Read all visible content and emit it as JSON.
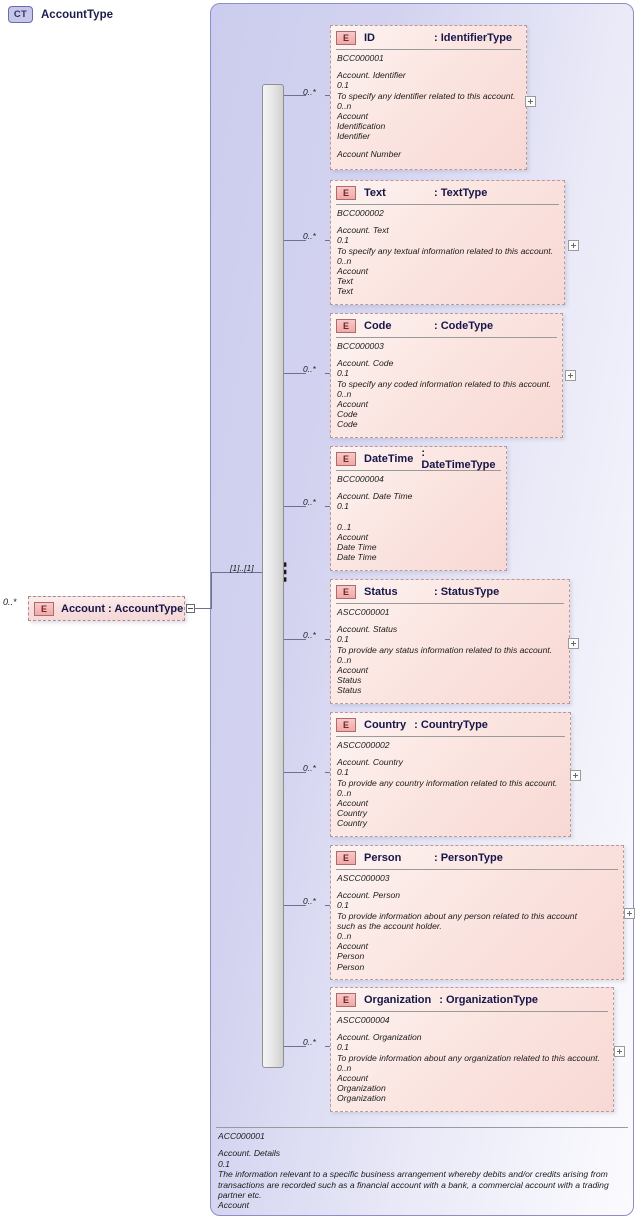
{
  "diagram": {
    "kind": "xsd-schema-diagram",
    "complex_type": {
      "badge": "CT",
      "title": "AccountType",
      "occurrence": "[1]..[1]",
      "annotation": {
        "id": "ACC000001",
        "lines": [
          "Account. Details",
          "0.1",
          "The information relevant to a specific business arrangement whereby debits and/or credits arising from transactions are recorded such as a financial account with a bank, a commercial account with a trading partner etc.",
          "Account"
        ]
      }
    },
    "root_element": {
      "badge": "E",
      "label": "Account : AccountType",
      "occurrence": "0..*"
    },
    "compositor": "sequence-icon",
    "elements": [
      {
        "badge": "E",
        "name": "ID",
        "type": ": IdentifierType",
        "id": "BCC000001",
        "occurrence": "0..*",
        "lines": [
          "Account. Identifier",
          "0.1",
          "To specify any identifier related to this account.",
          "0..n",
          "Account",
          "Identification",
          "Identifier"
        ],
        "extra": "Account Number",
        "expand": "+"
      },
      {
        "badge": "E",
        "name": "Text",
        "type": ": TextType",
        "id": "BCC000002",
        "occurrence": "0..*",
        "lines": [
          "Account. Text",
          "0.1",
          "To specify any textual information related to this account.",
          "0..n",
          "Account",
          "Text",
          "Text"
        ],
        "extra": "",
        "expand": "+"
      },
      {
        "badge": "E",
        "name": "Code",
        "type": ": CodeType",
        "id": "BCC000003",
        "occurrence": "0..*",
        "lines": [
          "Account. Code",
          "0.1",
          "To specify any coded information related to this account.",
          "0..n",
          "Account",
          "Code",
          "Code"
        ],
        "extra": "",
        "expand": "+"
      },
      {
        "badge": "E",
        "name": "DateTime",
        "type": ": DateTimeType",
        "id": "BCC000004",
        "occurrence": "0..*",
        "lines": [
          "Account. Date Time",
          "0.1",
          "",
          "0..1",
          "Account",
          "Date Time",
          "Date Time"
        ],
        "extra": "",
        "expand": ""
      },
      {
        "badge": "E",
        "name": "Status",
        "type": ": StatusType",
        "id": "ASCC000001",
        "occurrence": "0..*",
        "lines": [
          "Account. Status",
          "0.1",
          "To provide any status information related to this account.",
          "0..n",
          "Account",
          "Status",
          "Status"
        ],
        "extra": "",
        "expand": "+"
      },
      {
        "badge": "E",
        "name": "Country",
        "type": ": CountryType",
        "id": "ASCC000002",
        "occurrence": "0..*",
        "lines": [
          "Account. Country",
          "0.1",
          "To provide any country information related to this account.",
          "0..n",
          "Account",
          "Country",
          "Country"
        ],
        "extra": "",
        "expand": "+"
      },
      {
        "badge": "E",
        "name": "Person",
        "type": ": PersonType",
        "id": "ASCC000003",
        "occurrence": "0..*",
        "lines": [
          "Account. Person",
          "0.1",
          "To provide information about any person related to this account such as the account holder.",
          "0..n",
          "Account",
          "Person",
          "Person"
        ],
        "extra": "",
        "expand": "+"
      },
      {
        "badge": "E",
        "name": "Organization",
        "type": ": OrganizationType",
        "id": "ASCC000004",
        "occurrence": "0..*",
        "lines": [
          "Account. Organization",
          "0.1",
          "To provide information about any organization related to this account.",
          "0..n",
          "Account",
          "Organization",
          "Organization"
        ],
        "extra": "",
        "expand": "+"
      }
    ],
    "colors": {
      "container_border": "#8e8ec6",
      "container_fill": "#d3d3f0",
      "element_fill": "#f8d8d4",
      "element_border": "#b79a9a",
      "badge_e_fill": "#efa9a9",
      "badge_ct_fill": "#c6c6e8",
      "line": "#6f6f8f"
    }
  }
}
